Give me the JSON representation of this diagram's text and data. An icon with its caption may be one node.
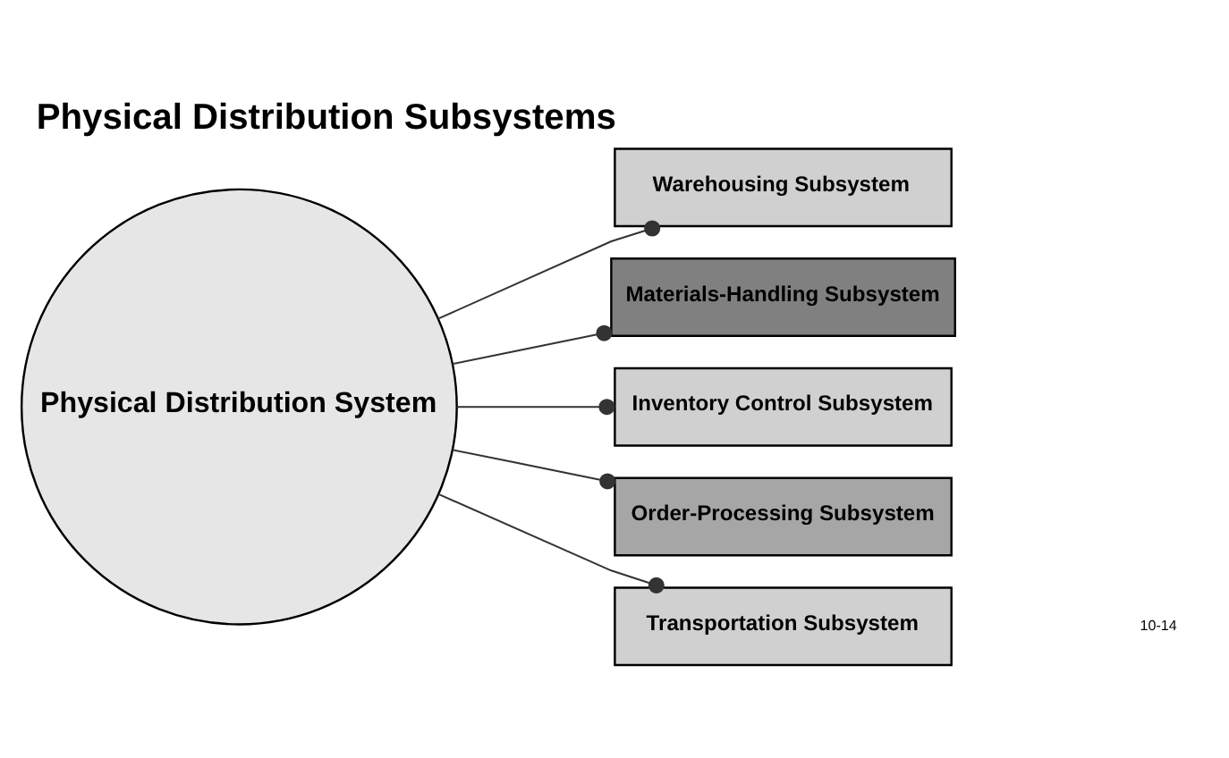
{
  "diagram": {
    "title": "Physical Distribution Subsystems",
    "nodes": [
      {
        "text": [
          "Physical Distribution System"
        ]
      },
      {
        "text": [
          "Warehousing Subsystem"
        ]
      },
      {
        "text": [
          "Materials-Handling Subsystem"
        ]
      },
      {
        "text": [
          "Inventory Control Subsystem"
        ]
      },
      {
        "text": [
          "Order-Processing Subsystem"
        ]
      },
      {
        "text": [
          "Transportation Subsystem"
        ]
      }
    ],
    "edges": [
      {
        "from": 0,
        "to": 1,
        "arrow": "other"
      },
      {
        "from": 0,
        "to": 2,
        "arrow": "other"
      },
      {
        "from": 0,
        "to": 3,
        "arrow": "other"
      },
      {
        "from": 0,
        "to": 4,
        "arrow": "other"
      },
      {
        "from": 0,
        "to": 5,
        "arrow": "other"
      }
    ],
    "labels": [
      "10-14"
    ]
  }
}
